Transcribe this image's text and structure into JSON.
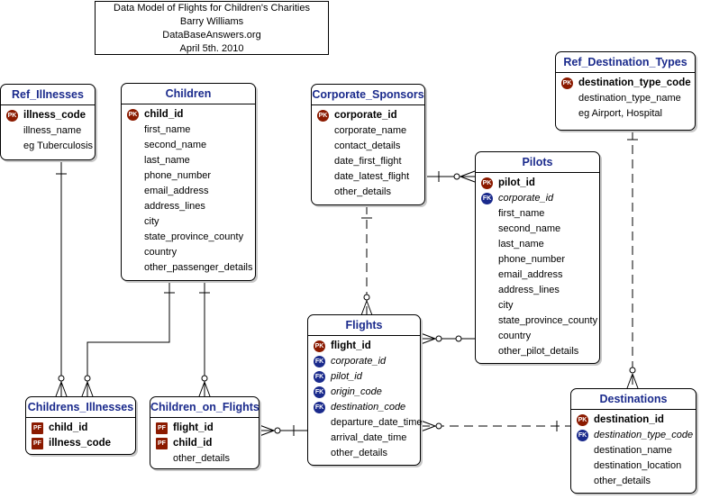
{
  "header": {
    "lines": [
      "Data Model of Flights for Children's Charities",
      "Barry Williams",
      "DataBaseAnswers.org",
      "April 5th. 2010"
    ]
  },
  "entities": {
    "ref_illnesses": {
      "title": "Ref_Illnesses",
      "attrs": [
        {
          "name": "illness_code",
          "badge": "PK",
          "key": true
        },
        {
          "name": "illness_name"
        },
        {
          "name": "eg Tuberculosis"
        }
      ]
    },
    "children": {
      "title": "Children",
      "attrs": [
        {
          "name": "child_id",
          "badge": "PK",
          "key": true
        },
        {
          "name": "first_name"
        },
        {
          "name": "second_name"
        },
        {
          "name": "last_name"
        },
        {
          "name": "phone_number"
        },
        {
          "name": "email_address"
        },
        {
          "name": "address_lines"
        },
        {
          "name": "city"
        },
        {
          "name": "state_province_county"
        },
        {
          "name": "country"
        },
        {
          "name": "other_passenger_details"
        }
      ]
    },
    "corporate_sponsors": {
      "title": "Corporate_Sponsors",
      "attrs": [
        {
          "name": "corporate_id",
          "badge": "PK",
          "key": true
        },
        {
          "name": "corporate_name"
        },
        {
          "name": "contact_details"
        },
        {
          "name": "date_first_flight"
        },
        {
          "name": "date_latest_flight"
        },
        {
          "name": "other_details"
        }
      ]
    },
    "ref_destination_types": {
      "title": "Ref_Destination_Types",
      "attrs": [
        {
          "name": "destination_type_code",
          "badge": "PK",
          "key": true
        },
        {
          "name": "destination_type_name"
        },
        {
          "name": "eg Airport, Hospital"
        }
      ]
    },
    "pilots": {
      "title": "Pilots",
      "attrs": [
        {
          "name": "pilot_id",
          "badge": "PK",
          "key": true
        },
        {
          "name": "corporate_id",
          "badge": "FK",
          "italic": true
        },
        {
          "name": "first_name"
        },
        {
          "name": "second_name"
        },
        {
          "name": "last_name"
        },
        {
          "name": "phone_number"
        },
        {
          "name": "email_address"
        },
        {
          "name": "address_lines"
        },
        {
          "name": "city"
        },
        {
          "name": "state_province_county"
        },
        {
          "name": "country"
        },
        {
          "name": "other_pilot_details"
        }
      ]
    },
    "flights": {
      "title": "Flights",
      "attrs": [
        {
          "name": "flight_id",
          "badge": "PK",
          "key": true
        },
        {
          "name": "corporate_id",
          "badge": "FK",
          "italic": true
        },
        {
          "name": "pilot_id",
          "badge": "FK",
          "italic": true
        },
        {
          "name": "origin_code",
          "badge": "FK",
          "italic": true
        },
        {
          "name": "destination_code",
          "badge": "FK",
          "italic": true
        },
        {
          "name": "departure_date_time"
        },
        {
          "name": "arrival_date_time"
        },
        {
          "name": "other_details"
        }
      ]
    },
    "childrens_illnesses": {
      "title": "Childrens_Illnesses",
      "attrs": [
        {
          "name": "child_id",
          "badge": "PF",
          "key": true
        },
        {
          "name": "illness_code",
          "badge": "PF",
          "key": true
        }
      ]
    },
    "children_on_flights": {
      "title": "Children_on_Flights",
      "attrs": [
        {
          "name": "flight_id",
          "badge": "PF",
          "key": true
        },
        {
          "name": "child_id",
          "badge": "PF",
          "key": true
        },
        {
          "name": "other_details"
        }
      ]
    },
    "destinations": {
      "title": "Destinations",
      "attrs": [
        {
          "name": "destination_id",
          "badge": "PK",
          "key": true
        },
        {
          "name": "destination_type_code",
          "badge": "FK",
          "italic": true
        },
        {
          "name": "destination_name"
        },
        {
          "name": "destination_location"
        },
        {
          "name": "other_details"
        }
      ]
    }
  },
  "colors": {
    "entity_title": "#1a2a8c",
    "pk_badge": "#8b1a00",
    "fk_badge": "#1a2a8c"
  }
}
